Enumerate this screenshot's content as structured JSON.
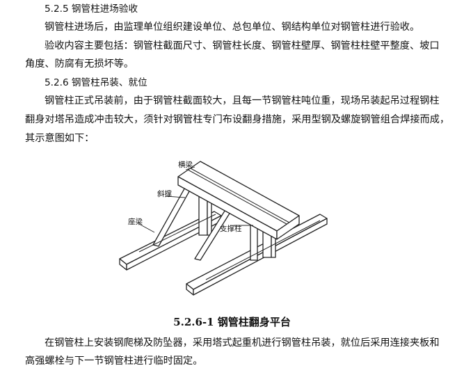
{
  "section_1": {
    "heading": "5.2.5 钢管柱进场验收",
    "para_1": "钢管柱进场后，由监理单位组织建设单位、总包单位、钢结构单位对钢管柱进行验收。",
    "para_2_line_1": "验收内容主要包括：钢管柱截面尺寸、钢管柱长度、钢管柱壁厚、钢管柱柱壁平整度、坡口",
    "para_2_line_2": "角度、防腐有无损坏等。"
  },
  "section_2": {
    "heading": "5.2.6 钢管柱吊装、就位",
    "para_1_line_1": "钢管柱正式吊装前，由于钢管柱截面较大，且每一节钢管柱吨位重，现场吊装起吊过程钢柱",
    "para_1_line_2": "翻身对塔吊造成冲击较大，须针对钢管柱专门布设翻身措施，采用型钢及螺旋钢管组合焊接而成，",
    "para_1_line_3": "其示意图如下："
  },
  "figure": {
    "labels": {
      "crossbeam": "横梁",
      "diagonal_brace": "斜撑",
      "base_beam": "座梁",
      "support_column": "支撑柱"
    },
    "caption": "5.2.6-1 钢管柱翻身平台"
  },
  "closing": {
    "line_1": "在钢管柱上安装钢爬梯及防坠器，采用塔式起重机进行钢管柱吊装，就位后采用连接夹板和",
    "line_2": "高强螺栓与下一节钢管柱进行临时固定。"
  }
}
